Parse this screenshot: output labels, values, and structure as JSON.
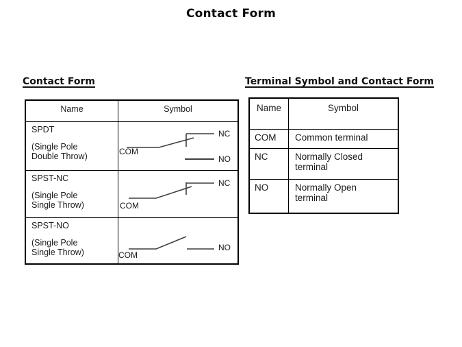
{
  "page_title": "Contact Form",
  "colors": {
    "background": "#ffffff",
    "text": "#1b1b1b",
    "table_border": "#000000",
    "symbol_line": "#3f3f3f"
  },
  "left_section": {
    "heading": "Contact Form",
    "table": {
      "headers": {
        "name": "Name",
        "symbol": "Symbol"
      },
      "rows": [
        {
          "name": "SPDT",
          "subtitle": "(Single Pole Double Throw)",
          "symbol": "spdt-switch-symbol",
          "labels": {
            "com": "COM",
            "nc": "NC",
            "no": "NO"
          }
        },
        {
          "name": "SPST-NC",
          "subtitle": "(Single Pole Single Throw)",
          "symbol": "spst-nc-switch-symbol",
          "labels": {
            "com": "COM",
            "nc": "NC"
          }
        },
        {
          "name": "SPST-NO",
          "subtitle": "(Single Pole Single Throw)",
          "symbol": "spst-no-switch-symbol",
          "labels": {
            "com": "COM",
            "no": "NO"
          }
        }
      ]
    }
  },
  "right_section": {
    "heading": "Terminal Symbol and Contact Form",
    "table": {
      "headers": {
        "name": "Name",
        "symbol": "Symbol"
      },
      "rows": [
        {
          "name": "COM",
          "description": "Common terminal"
        },
        {
          "name": "NC",
          "description": "Normally Closed terminal"
        },
        {
          "name": "NO",
          "description": "Normally Open terminal"
        }
      ]
    }
  }
}
